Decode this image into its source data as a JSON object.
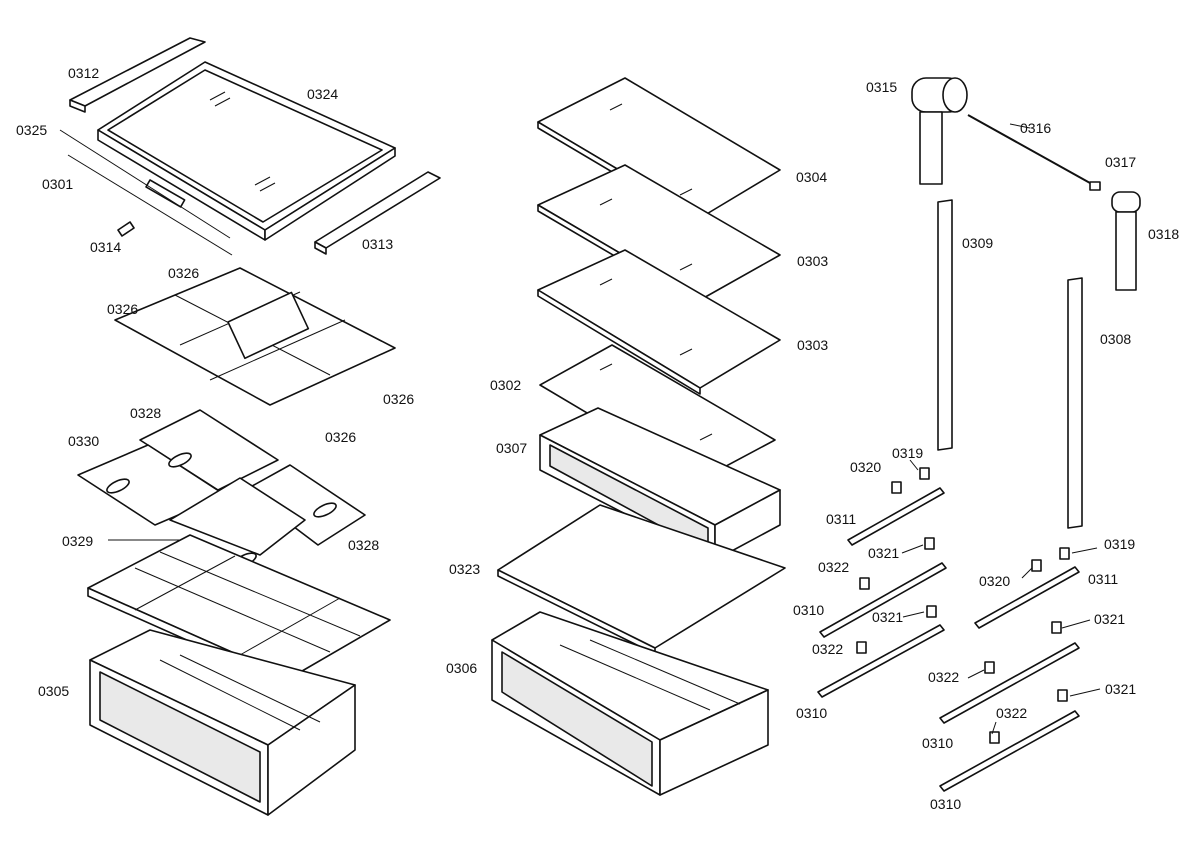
{
  "labels": {
    "p0312": "0312",
    "p0324": "0324",
    "p0325": "0325",
    "p0301": "0301",
    "p0314": "0314",
    "p0313": "0313",
    "p0326a": "0326",
    "p0326b": "0326",
    "p0326c": "0326",
    "p0326d": "0326",
    "p0328a": "0328",
    "p0330": "0330",
    "p0328b": "0328",
    "p0329": "0329",
    "p0305": "0305",
    "p0304": "0304",
    "p0303a": "0303",
    "p0303b": "0303",
    "p0302": "0302",
    "p0307": "0307",
    "p0323": "0323",
    "p0306": "0306",
    "p0315": "0315",
    "p0316": "0316",
    "p0317": "0317",
    "p0318": "0318",
    "p0309": "0309",
    "p0308": "0308",
    "p0320a": "0320",
    "p0319a": "0319",
    "p0311a": "0311",
    "p0321a": "0321",
    "p0322a": "0322",
    "p0310a": "0310",
    "p0321b": "0321",
    "p0322b": "0322",
    "p0310b": "0310",
    "p0319b": "0319",
    "p0320b": "0320",
    "p0311b": "0311",
    "p0321c": "0321",
    "p0322c": "0322",
    "p0310c": "0310",
    "p0321d": "0321",
    "p0322d": "0322",
    "p0310d": "0310"
  }
}
